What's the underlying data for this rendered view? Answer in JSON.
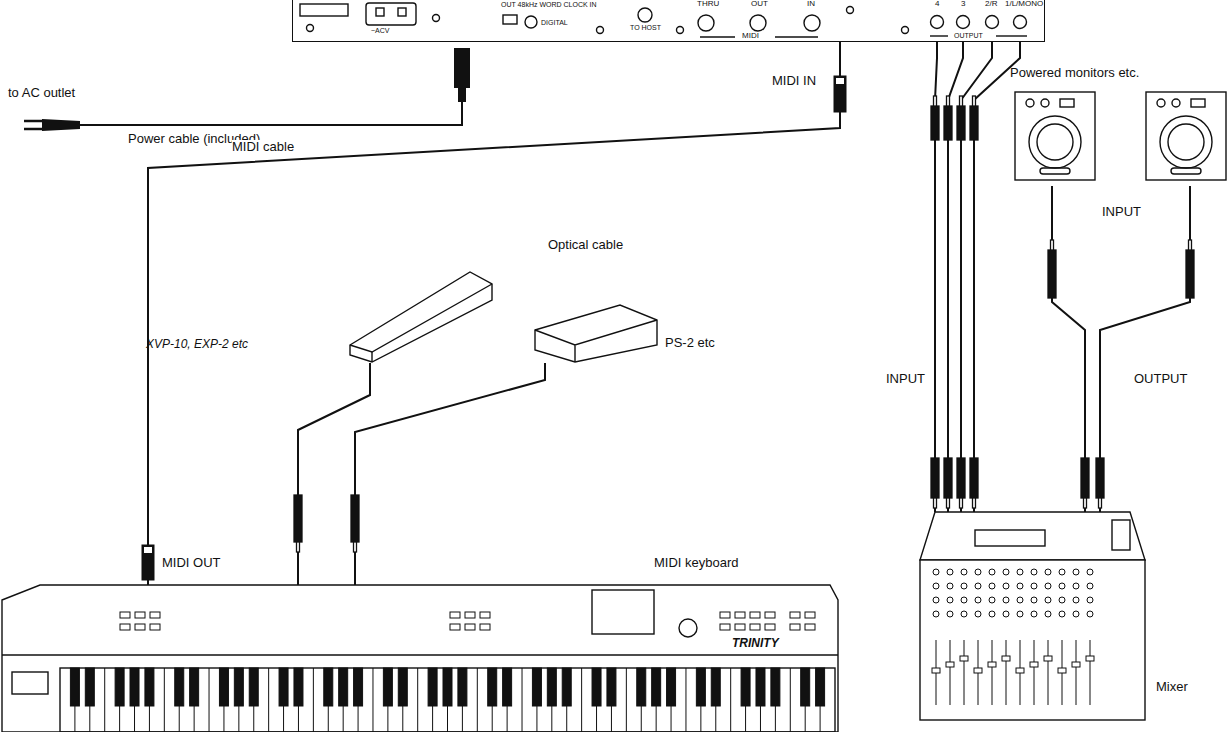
{
  "diagram": {
    "nodes": [
      {
        "text": [
          "OUT 48kHz WORD CLOCK IN",
          "DIGITAL",
          "TO HOST",
          "THRU",
          "OUT",
          "IN",
          "MIDI",
          "4",
          "3",
          "2/R",
          "1/L/MONO",
          "OUTPUT",
          "~ACV"
        ]
      },
      {
        "text": [
          "Powered monitors etc."
        ]
      },
      {
        "text": [
          "XVP-10, EXP-2 etc"
        ]
      },
      {
        "text": [
          "PS-2 etc"
        ]
      },
      {
        "text": [
          "Mixer"
        ]
      },
      {
        "text": [
          "MIDI keyboard",
          "TRINITY"
        ]
      }
    ],
    "edges": [
      {
        "from": 5,
        "to": 0,
        "label": "MIDI cable",
        "arrow": "none"
      },
      {
        "from": 2,
        "to": 5,
        "arrow": "none"
      },
      {
        "from": 3,
        "to": 5,
        "arrow": "none"
      },
      {
        "from": 0,
        "to": 4,
        "arrow": "none"
      },
      {
        "from": 4,
        "to": 1,
        "arrow": "none"
      }
    ],
    "labels": [
      "to AC outlet",
      "Power cable (included)",
      "MIDI IN",
      "Optical cable",
      "MIDI OUT",
      "INPUT",
      "INPUT",
      "OUTPUT"
    ]
  }
}
